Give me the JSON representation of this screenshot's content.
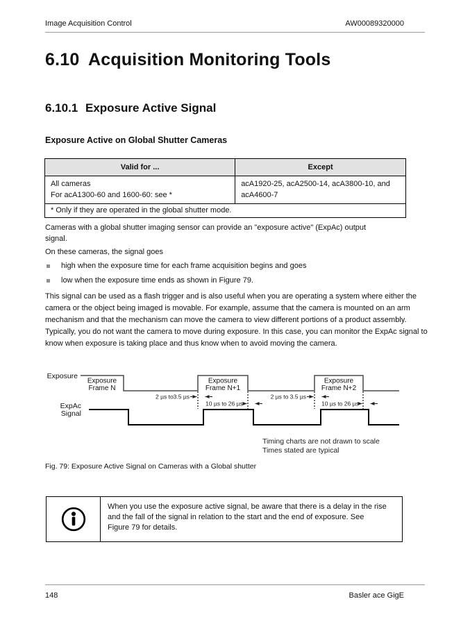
{
  "header": {
    "section": "Image Acquisition Control",
    "doc_number": "AW00089320000"
  },
  "headings": {
    "h1_number": "6.10",
    "h1_title": "Acquisition Monitoring Tools",
    "h2_number": "6.10.1",
    "h2_title": "Exposure Active Signal",
    "h3": "Exposure Active on Global Shutter Cameras"
  },
  "table": {
    "headers": [
      "Valid for ...",
      "Except"
    ],
    "row": {
      "valid_for_lines": [
        "All cameras",
        "For acA1300-60 and 1600-60: see *"
      ],
      "except_lines": [
        "acA1920-25, acA2500-14, acA3800-10, and",
        "acA4600-7"
      ]
    },
    "footnote": "* Only if they are operated in the global shutter mode."
  },
  "body": {
    "p1_lines": [
      "Cameras with a global shutter imaging sensor can provide an \"exposure active\" (ExpAc) output",
      "signal."
    ],
    "p2": "On these cameras, the signal goes",
    "bullets": [
      "high when the exposure time for each frame acquisition begins and goes",
      "low when the exposure time ends as shown in Figure 79."
    ],
    "p3": "This signal can be used as a flash trigger and is also useful when you are operating a system where either the camera or the object being imaged is movable. For example, assume that the camera is mounted on an arm mechanism and that the mechanism can move the camera to view different portions of a product assembly. Typically, you do not want the camera to move during exposure. In this case, you can monitor the ExpAc signal to know when exposure is taking place and thus know when to avoid moving the camera."
  },
  "diagram": {
    "exposure_label": "Exposure",
    "expac_label_lines": [
      "ExpAc",
      "Signal"
    ],
    "frames": [
      {
        "line1": "Exposure",
        "line2": "Frame N"
      },
      {
        "line1": "Exposure",
        "line2": "Frame N+1"
      },
      {
        "line1": "Exposure",
        "line2": "Frame N+2"
      }
    ],
    "rise_delay_first": "2 µs to3.5 µs",
    "rise_delay_second": "2 µs to 3.5 µs",
    "fall_delay": "10 µs to 26 µs",
    "notes": [
      "Timing charts are not drawn to scale",
      "Times stated are typical"
    ]
  },
  "figure_caption": "Fig. 79: Exposure Active Signal on Cameras with a Global shutter",
  "note_box": {
    "lines": [
      "When you use the exposure active signal, be aware that there is a delay in the rise",
      "and the fall of the signal in relation to the start and the end of exposure. See",
      "Figure 79 for details."
    ]
  },
  "footer": {
    "page_number": "148",
    "product": "Basler ace GigE"
  }
}
